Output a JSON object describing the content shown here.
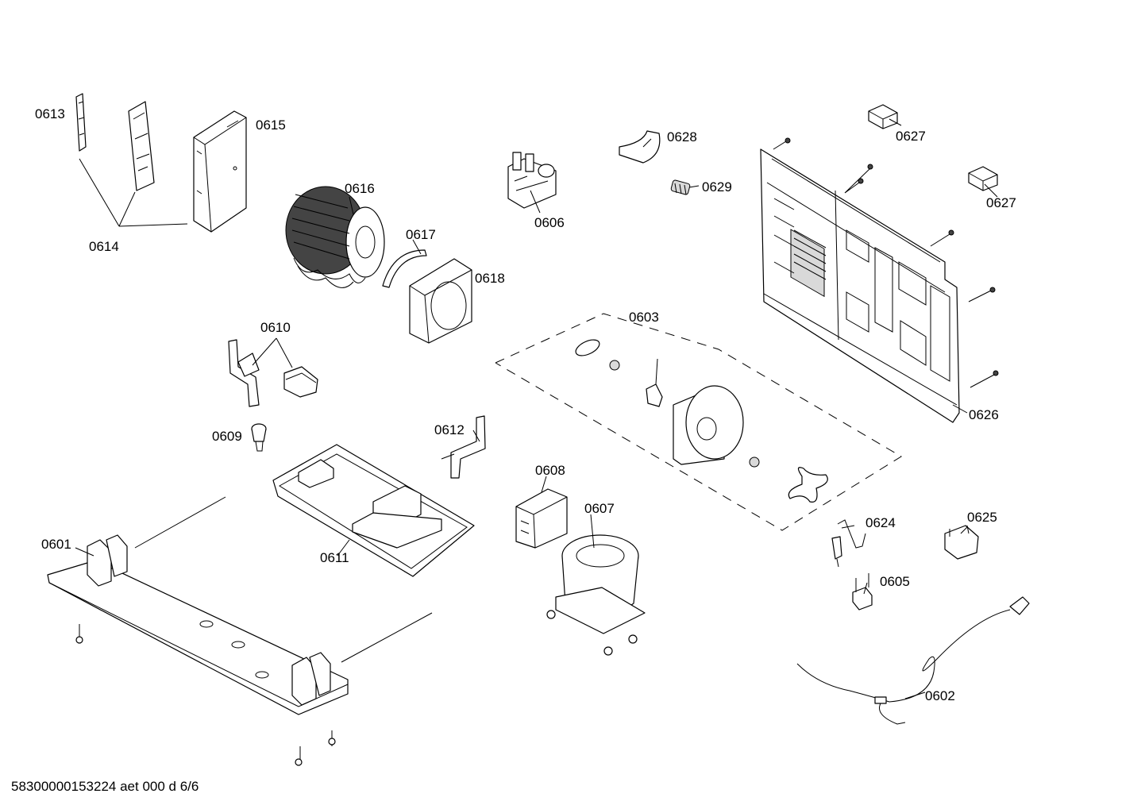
{
  "labels": {
    "p0601": "0601",
    "p0602": "0602",
    "p0603": "0603",
    "p0605": "0605",
    "p0606": "0606",
    "p0607": "0607",
    "p0608": "0608",
    "p0609": "0609",
    "p0610": "0610",
    "p0611": "0611",
    "p0612": "0612",
    "p0613": "0613",
    "p0614": "0614",
    "p0615": "0615",
    "p0616": "0616",
    "p0617": "0617",
    "p0618": "0618",
    "p0624": "0624",
    "p0625": "0625",
    "p0626": "0626",
    "p0627a": "0627",
    "p0627b": "0627",
    "p0628": "0628",
    "p0629": "0629"
  },
  "footer": "58300000153224 aet 000 d 6/6"
}
